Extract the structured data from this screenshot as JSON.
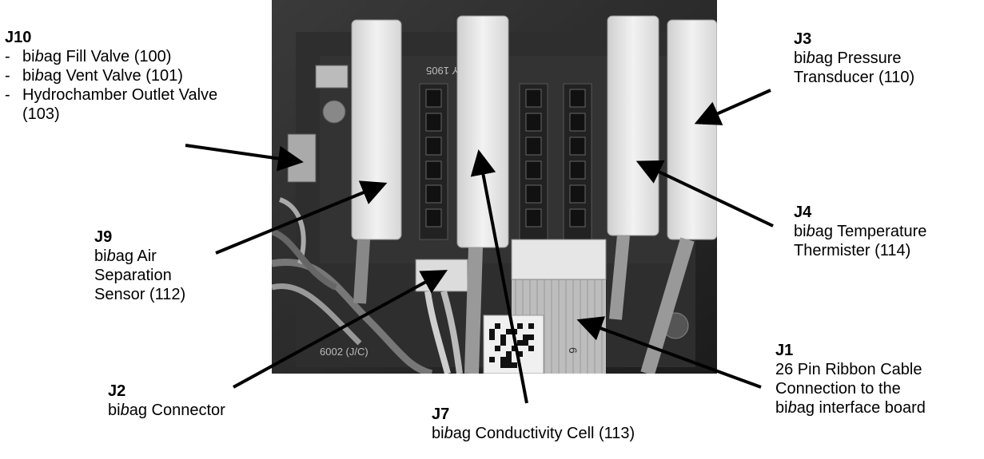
{
  "labels": {
    "j10": {
      "id": "J10",
      "items": [
        [
          "bi",
          "b",
          "ag Fill Valve (100)"
        ],
        [
          "bi",
          "b",
          "ag Vent Valve (101)"
        ],
        [
          "Hydrochamber Outlet Valve (103)"
        ]
      ]
    },
    "j9": {
      "id": "J9",
      "text": [
        "bi",
        "b",
        "ag Air Separation Sensor (112)"
      ]
    },
    "j2": {
      "id": "J2",
      "text": [
        "bi",
        "b",
        "ag Connector"
      ]
    },
    "j7": {
      "id": "J7",
      "text": [
        "bi",
        "b",
        "ag Conductivity Cell (113)"
      ]
    },
    "j3": {
      "id": "J3",
      "text": [
        "bi",
        "b",
        "ag Pressure Transducer (110)"
      ]
    },
    "j4": {
      "id": "J4",
      "text": [
        "bi",
        "b",
        "ag Temperature Thermister (114)"
      ]
    },
    "j1": {
      "id": "J1",
      "text": [
        "26 Pin Ribbon Cable Connection to the bi",
        "b",
        "ag interface board"
      ]
    }
  },
  "photo": {
    "board_text": "ASSY 1905",
    "date_text": "6002 (J/C)",
    "cable_label": "6"
  }
}
